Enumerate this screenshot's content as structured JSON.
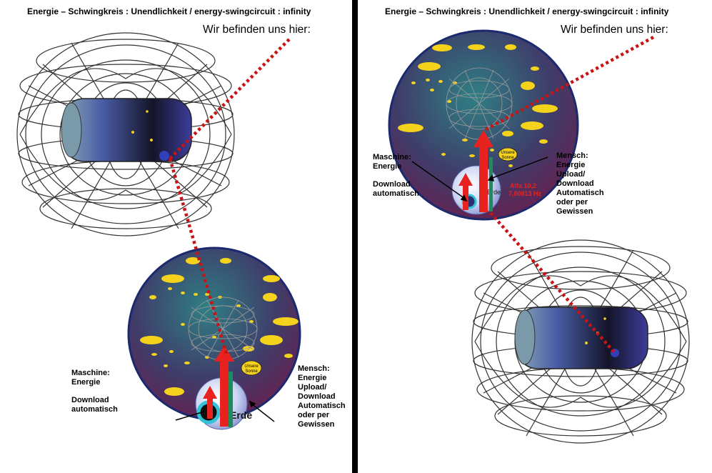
{
  "left": {
    "title": "Energie – Schwingkreis : Unendlichkeit / energy-swingcircuit : infinity",
    "here": "Wir befinden uns hier:",
    "machine": [
      "Maschine:",
      "Energie",
      "Download",
      "automatisch"
    ],
    "human": [
      "Mensch:",
      "Energie",
      "Upload/",
      "Download",
      "Automatisch",
      "oder per",
      "Gewissen"
    ],
    "earth": "Erde",
    "sun": [
      "Unsere",
      "Sonne"
    ]
  },
  "right": {
    "title": "Energie – Schwingkreis : Unendlichkeit / energy-swingcircuit : infinity",
    "here": "Wir befinden uns hier:",
    "machine": [
      "Maschine:",
      "Energie",
      "Download",
      "automatisch"
    ],
    "human": [
      "Mensch:",
      "Energie",
      "Upload/",
      "Download",
      "Automatisch",
      "oder per",
      "Gewissen"
    ],
    "earth": "Erde",
    "sun": [
      "Unsere",
      "Sonne"
    ],
    "freq": [
      "Alfa 10,2",
      "7,80813 Hz"
    ]
  },
  "colors": {
    "arrow": "#e8231f",
    "dotted": "#c81414",
    "sphere_rim": "#1b2a6e",
    "sphere_top": "#2c7d7e",
    "sphere_bottom": "#6d1947",
    "star": "#f5d21c",
    "wire": "#333333"
  },
  "icons": [
    "torus-wireframe",
    "sphere-universe",
    "earth-globe",
    "sun-badge",
    "energy-arrow",
    "dotted-link"
  ]
}
